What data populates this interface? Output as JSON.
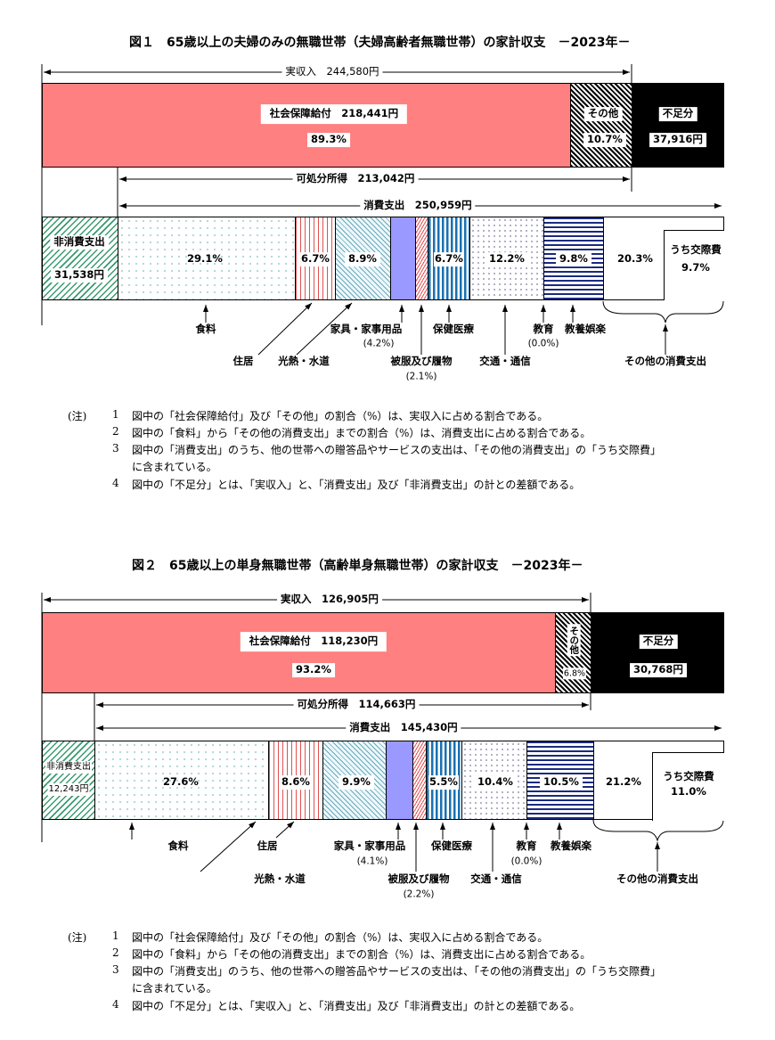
{
  "figures": [
    {
      "title": "図１　65歳以上の夫婦のみの無職世帯（夫婦高齢者無職世帯）の家計収支　－2023年－",
      "income": "実収入　244,580円",
      "social_security": "社会保障給付　218,441円",
      "social_security_pct": "89.3%",
      "other": "その他",
      "other_pct": "10.7%",
      "deficit": "不足分",
      "deficit_value": "37,916円",
      "disposable": "可処分所得　213,042円",
      "consumption": "消費支出　250,959円",
      "non_consumption": "非消費支出",
      "non_consumption_value": "31,538円",
      "segments": {
        "food": "29.1%",
        "housing": "6.7%",
        "utilities": "8.9%",
        "medical": "6.7%",
        "transport": "12.2%",
        "recreation": "9.8%",
        "other": "20.3%",
        "social": "うち交際費",
        "social_pct": "9.7%"
      },
      "labels": {
        "food": "食料",
        "housing": "住居",
        "utilities": "光熱・水道",
        "furniture": "家具・家事用品",
        "furniture_pct": "(4.2%)",
        "clothing": "被服及び履物",
        "clothing_pct": "(2.1%)",
        "medical": "保健医療",
        "transport": "交通・通信",
        "education": "教育",
        "education_pct": "(0.0%)",
        "recreation": "教養娯楽",
        "other": "その他の消費支出"
      }
    },
    {
      "title": "図２　65歳以上の単身無職世帯（高齢単身無職世帯）の家計収支　－2023年－",
      "income": "実収入　126,905円",
      "social_security": "社会保障給付　118,230円",
      "social_security_pct": "93.2%",
      "other": "その他",
      "other_pct": "6.8%",
      "deficit": "不足分",
      "deficit_value": "30,768円",
      "disposable": "可処分所得　114,663円",
      "consumption": "消費支出　145,430円",
      "non_consumption": "非消費支出",
      "non_consumption_value": "12,243円",
      "segments": {
        "food": "27.6%",
        "housing": "8.6%",
        "utilities": "9.9%",
        "medical": "5.5%",
        "transport": "10.4%",
        "recreation": "10.5%",
        "other": "21.2%",
        "social": "うち交際費",
        "social_pct": "11.0%"
      },
      "labels": {
        "food": "食料",
        "housing": "住居",
        "utilities": "光熱・水道",
        "furniture": "家具・家事用品",
        "furniture_pct": "(4.1%)",
        "clothing": "被服及び履物",
        "clothing_pct": "(2.2%)",
        "medical": "保健医療",
        "transport": "交通・通信",
        "education": "教育",
        "education_pct": "(0.0%)",
        "recreation": "教養娯楽",
        "other": "その他の消費支出"
      }
    }
  ],
  "notes": {
    "head": "(注)",
    "items": [
      {
        "n": "1",
        "text": "図中の「社会保障給付」及び「その他」の割合（%）は、実収入に占める割合である。"
      },
      {
        "n": "2",
        "text": "図中の「食料」から「その他の消費支出」までの割合（%）は、消費支出に占める割合である。"
      },
      {
        "n": "3",
        "text": "図中の「消費支出」のうち、他の世帯への贈答品やサービスの支出は、「その他の消費支出」の「うち交際費」"
      },
      {
        "n": "",
        "text": "に含まれている。"
      },
      {
        "n": "4",
        "text": "図中の「不足分」とは、「実収入」と、「消費支出」及び「非消費支出」の計との差額である。"
      }
    ]
  }
}
